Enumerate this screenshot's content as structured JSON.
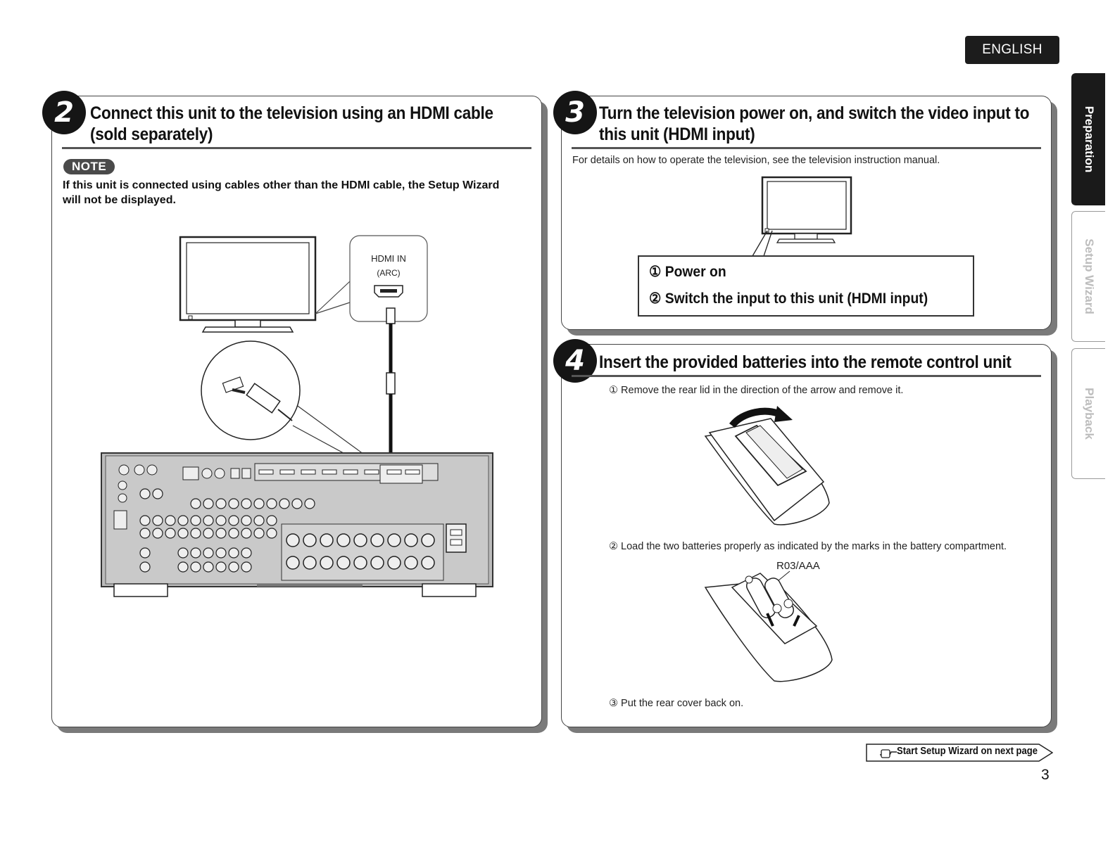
{
  "header": {
    "language": "ENGLISH"
  },
  "side_tabs": [
    {
      "label": "Preparation",
      "active": true
    },
    {
      "label": "Setup Wizard",
      "active": false
    },
    {
      "label": "Playback",
      "active": false
    }
  ],
  "step2": {
    "number": "2",
    "title_line1": "Connect this unit to the television using an HDMI cable",
    "title_line2": "(sold separately)",
    "note_label": "NOTE",
    "note_line1": "If this unit is connected using cables other than the HDMI cable, the Setup Wizard",
    "note_line2": "will not be displayed.",
    "hdmi_label_line1": "HDMI IN",
    "hdmi_label_line2": "(ARC)"
  },
  "step3": {
    "number": "3",
    "title_line1": "Turn the television power on, and switch the video input to",
    "title_line2": "this unit (HDMI input)",
    "description": "For details on how to operate the television, see the television instruction manual.",
    "instructions": [
      "① Power on",
      "② Switch the input to this unit (HDMI input)"
    ]
  },
  "step4": {
    "number": "4",
    "title": "Insert the provided batteries into the remote control unit",
    "steps": [
      "① Remove the rear lid in the direction of the arrow and remove it.",
      "② Load the two batteries properly as indicated by the marks in the battery compartment.",
      "③ Put the rear cover back on."
    ],
    "battery_label": "R03/AAA"
  },
  "footer": {
    "next_page_link": "Start Setup Wizard on next page",
    "page_number": "3"
  },
  "colors": {
    "dark": "#1a1a1a",
    "shadow": "#7a7a7a",
    "inactive_tab_text": "#bdbdbd"
  }
}
